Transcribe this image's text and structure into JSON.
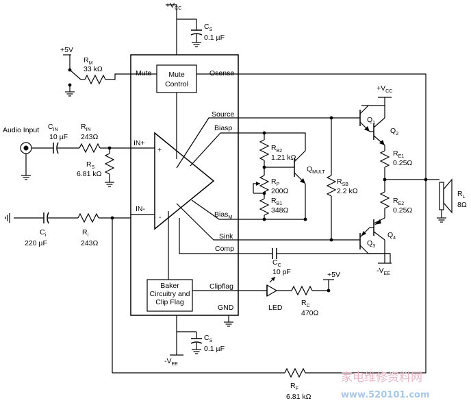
{
  "labels": {
    "vcc_top": "+V",
    "vcc_top_sub": "CC",
    "cs_top_name": "C",
    "cs_top_sub": "S",
    "cs_top_val": "0.1 µF",
    "plus5v_mute": "+5V",
    "rm_name": "R",
    "rm_sub": "M",
    "rm_val": "33 kΩ",
    "mute": "Mute",
    "mute_control_1": "Mute",
    "mute_control_2": "Control",
    "osense": "Osense",
    "source": "Source",
    "biasp": "Biasp",
    "audio_input": "Audio Input",
    "cin_name": "C",
    "cin_sub": "IN",
    "cin_val": "10 µF",
    "rin_name": "R",
    "rin_sub": "IN",
    "rin_val": "243Ω",
    "in_plus": "IN+",
    "rs_name": "R",
    "rs_sub": "S",
    "rs_val": "6.81 kΩ",
    "in_minus": "IN-",
    "ci_name": "C",
    "ci_sub": "i",
    "ci_val": "220 µF",
    "ri_name": "R",
    "ri_sub": "i",
    "ri_val": "243Ω",
    "op_plus": "+",
    "op_minus": "-",
    "rb2_name": "R",
    "rb2_sub": "B2",
    "rb2_val": "1.21 kΩ",
    "rp_name": "R",
    "rp_sub": "P",
    "rp_val": "200Ω",
    "rb1_name": "R",
    "rb1_sub": "B1",
    "rb1_val": "348Ω",
    "qmult": "Q",
    "qmult_sub": "MULT",
    "rsb_name": "R",
    "rsb_sub": "SB",
    "rsb_val": "2.2 kΩ",
    "biasm": "Bias",
    "biasm_sub": "M",
    "sink": "Sink",
    "comp": "Comp",
    "cc_name": "C",
    "cc_sub": "C",
    "cc_val": "10 pF",
    "vcc_right": "+V",
    "vcc_right_sub": "CC",
    "q1": "Q",
    "q1_sub": "1",
    "q2": "Q",
    "q2_sub": "2",
    "re1_name": "R",
    "re1_sub": "E1",
    "re1_val": "0.25Ω",
    "re2_name": "R",
    "re2_sub": "E2",
    "re2_val": "0.25Ω",
    "q3": "Q",
    "q3_sub": "3",
    "q4": "Q",
    "q4_sub": "4",
    "vee_right": "-V",
    "vee_right_sub": "EE",
    "rl_name": "R",
    "rl_sub": "L",
    "rl_val": "8Ω",
    "baker_1": "Baker",
    "baker_2": "Circuitry and",
    "baker_3": "Clip Flag",
    "clipflag": "Clipflag",
    "gnd": "GND",
    "led": "LED",
    "rc_name": "R",
    "rc_sub": "C",
    "rc_val": "470Ω",
    "plus5v_led": "+5V",
    "cs_bot_name": "C",
    "cs_bot_sub": "S",
    "cs_bot_val": "0.1 µF",
    "vee_bot": "-V",
    "vee_bot_sub": "EE",
    "rf_name": "R",
    "rf_sub": "F",
    "rf_val": "6.81 kΩ",
    "watermark_1": "家电维修资料网",
    "watermark_2": "www.520101.com"
  }
}
